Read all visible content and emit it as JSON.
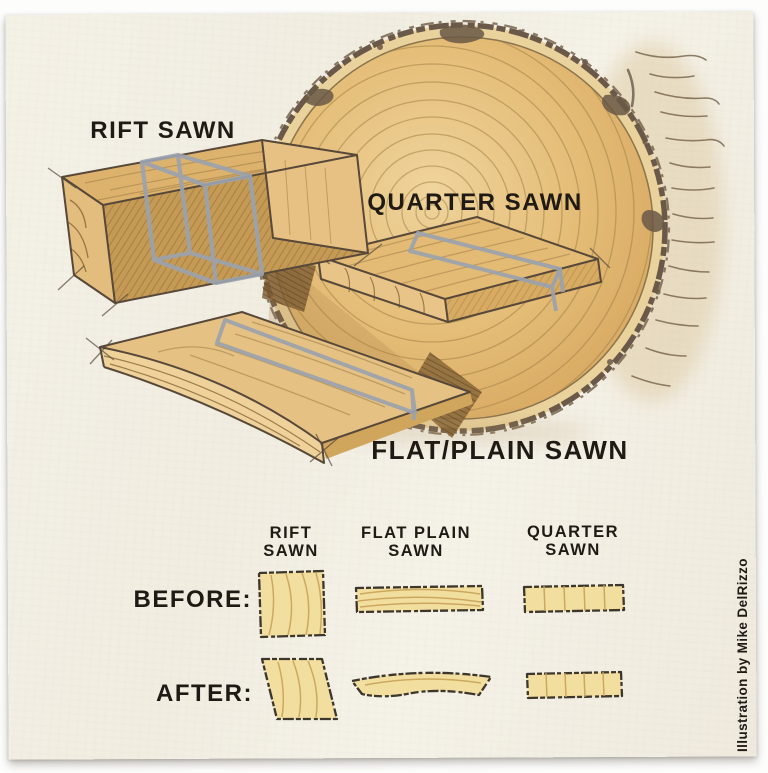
{
  "illustration": {
    "board_labels": {
      "rift": "RIFT SAWN",
      "quarter": "QUARTER SAWN",
      "flat": "FLAT/PLAIN SAWN"
    },
    "credit": "Illustration by Mike DelRizzo"
  },
  "comparison": {
    "row_labels": {
      "before": "BEFORE:",
      "after": "AFTER:"
    },
    "columns": [
      {
        "line1": "RIFT",
        "line2": "SAWN"
      },
      {
        "line1": "FLAT PLAIN",
        "line2": "SAWN"
      },
      {
        "line1": "QUARTER",
        "line2": "SAWN"
      }
    ]
  },
  "colors": {
    "paper": "#f2eee3",
    "log_face": "#e4bc76",
    "sapwood": "#ead29c",
    "bark_outline": "#6a5948",
    "board_top": "#dcb26d",
    "board_side_shadow": "#c59a55",
    "end_grain": "#e2bd7d",
    "section_highlight": "#9ba3ad",
    "sketch_outline": "#57483a",
    "table_shape_fill": "#f2dfa0",
    "table_shape_outline": "#3c362c",
    "ink": "#1f1a14"
  }
}
